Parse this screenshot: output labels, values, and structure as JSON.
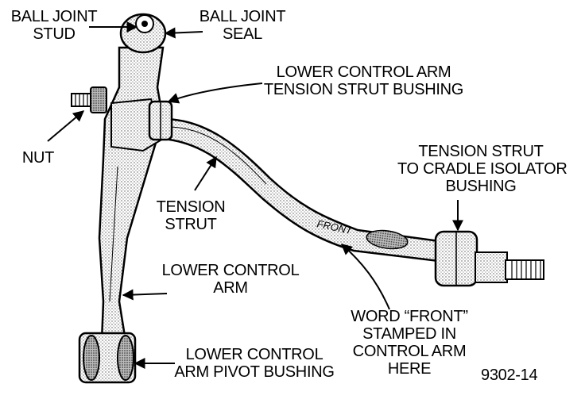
{
  "labels": {
    "ball_joint_stud": [
      "BALL JOINT",
      "STUD"
    ],
    "ball_joint_seal": [
      "BALL JOINT",
      "SEAL"
    ],
    "tension_strut_bushing": [
      "LOWER CONTROL ARM",
      "TENSION STRUT BUSHING"
    ],
    "nut": [
      "NUT"
    ],
    "tension_strut_to_cradle": [
      "TENSION STRUT",
      "TO CRADLE ISOLATOR",
      "BUSHING"
    ],
    "tension_strut": [
      "TENSION",
      "STRUT"
    ],
    "lower_control_arm": [
      "LOWER CONTROL",
      "ARM"
    ],
    "word_front": [
      "WORD “FRONT”",
      "STAMPED IN",
      "CONTROL ARM",
      "HERE"
    ],
    "pivot_bushing": [
      "LOWER CONTROL",
      "ARM PIVOT BUSHING"
    ],
    "stamp_text": "FRONT",
    "figure_code": "9302-14"
  }
}
